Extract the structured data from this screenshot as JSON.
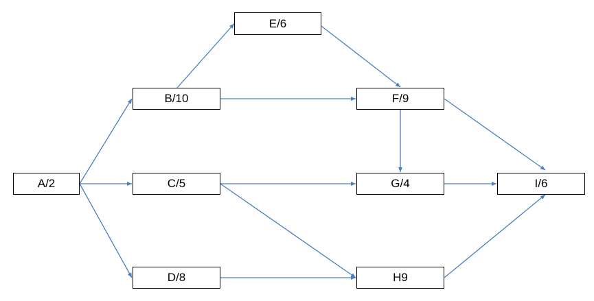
{
  "diagram": {
    "edge_color": "#4a7ec4",
    "nodes": {
      "A": "A/2",
      "B": "B/10",
      "C": "C/5",
      "D": "D/8",
      "E": "E/6",
      "F": "F/9",
      "G": "G/4",
      "H": "H9",
      "I": "I/6"
    },
    "edges": [
      [
        "A",
        "B"
      ],
      [
        "A",
        "C"
      ],
      [
        "A",
        "D"
      ],
      [
        "B",
        "E"
      ],
      [
        "B",
        "F"
      ],
      [
        "E",
        "F"
      ],
      [
        "C",
        "G"
      ],
      [
        "C",
        "H"
      ],
      [
        "D",
        "H"
      ],
      [
        "F",
        "G"
      ],
      [
        "F",
        "I"
      ],
      [
        "G",
        "I"
      ],
      [
        "H",
        "I"
      ]
    ]
  }
}
